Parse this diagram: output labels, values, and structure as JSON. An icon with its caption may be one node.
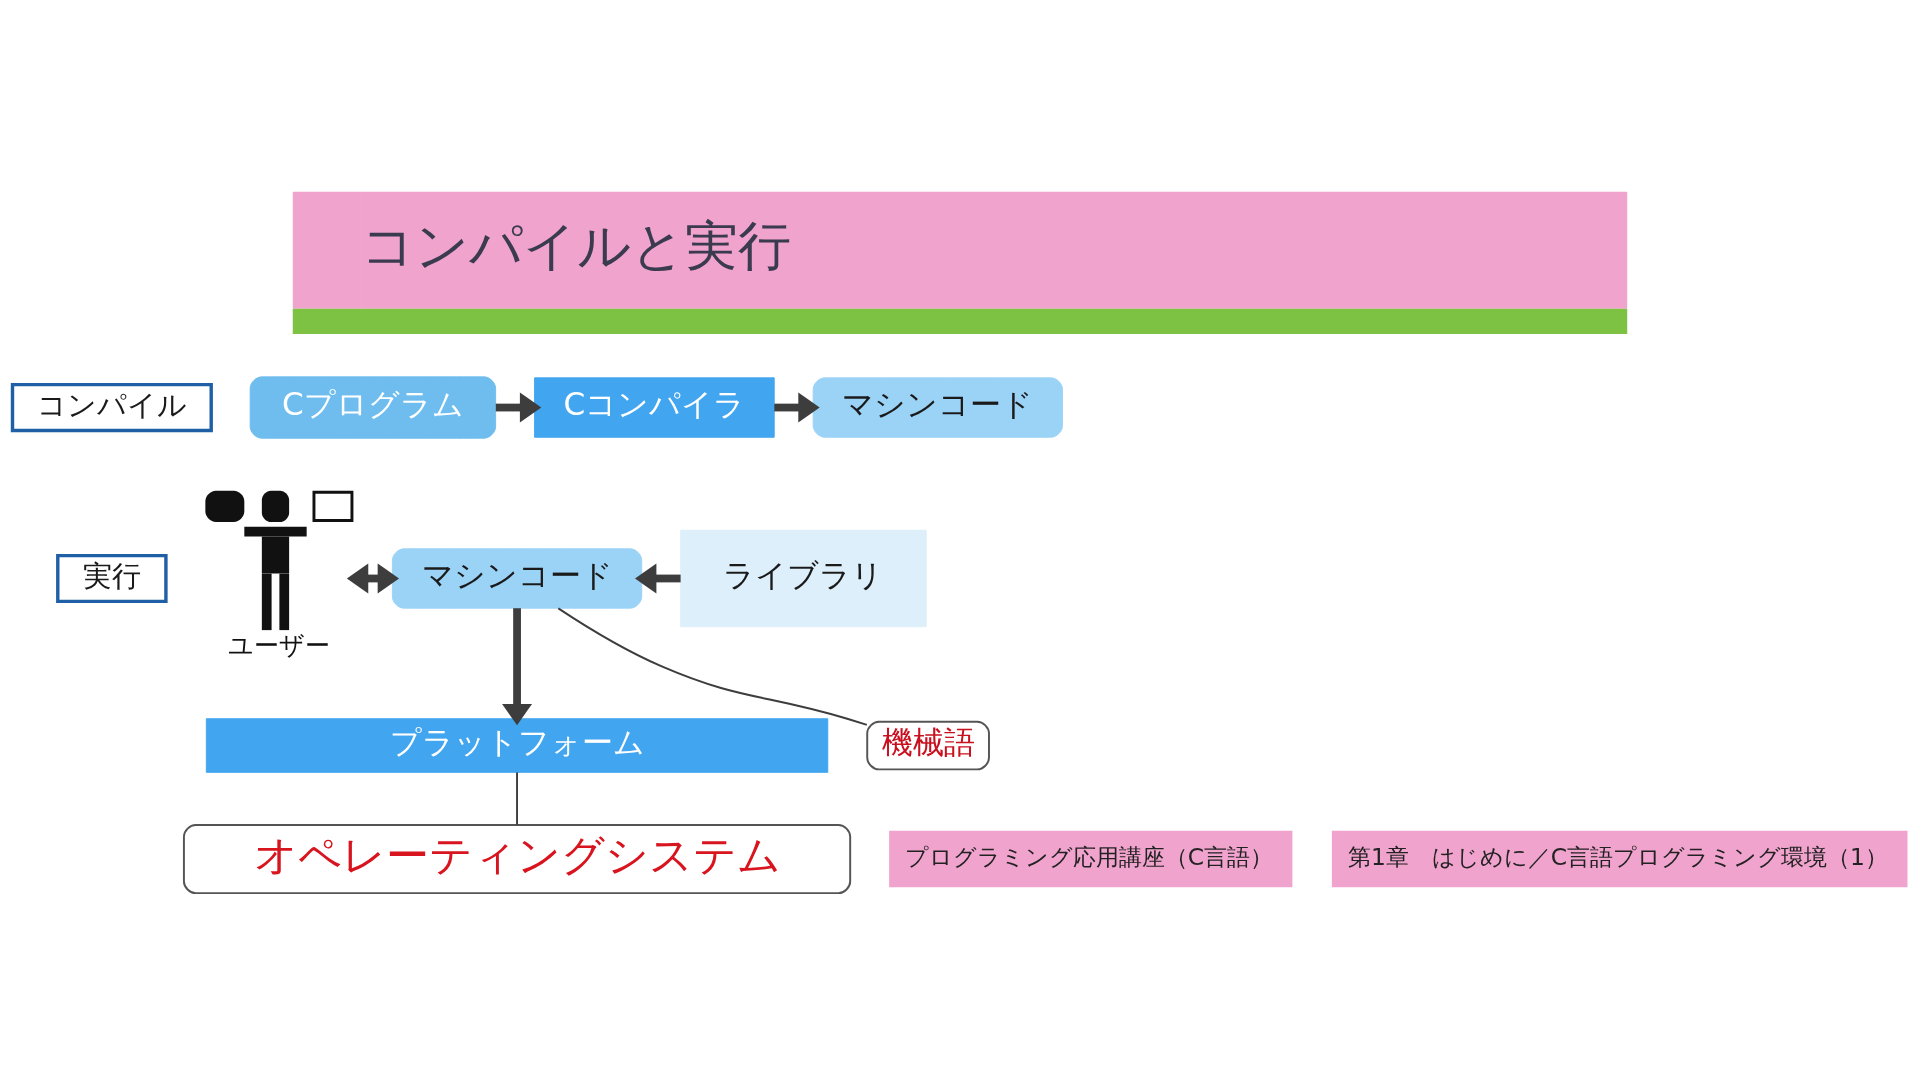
{
  "diagram": {
    "title": "コンパイルと実行",
    "nodes": [
      {
        "text": [
          "コンパイル"
        ]
      },
      {
        "text": [
          "Cプログラム"
        ]
      },
      {
        "text": [
          "Cコンパイラ"
        ]
      },
      {
        "text": [
          "マシンコード"
        ]
      },
      {
        "text": [
          "実行"
        ]
      },
      {
        "text": [],
        "shape": "person",
        "beside": [
          "ユーザー"
        ]
      },
      {
        "text": [
          "マシンコード"
        ]
      },
      {
        "text": [
          "ライブラリ"
        ]
      },
      {
        "text": [
          "機械語"
        ]
      },
      {
        "text": [
          "プラットフォーム"
        ]
      },
      {
        "text": [
          "オペレーティングシステム"
        ]
      }
    ],
    "edges": [
      {
        "from": 1,
        "to": 2,
        "arrow": "to"
      },
      {
        "from": 2,
        "to": 3,
        "arrow": "to"
      },
      {
        "from": 7,
        "to": 6,
        "arrow": "to"
      },
      {
        "from": 5,
        "to": 6,
        "arrow": "both"
      },
      {
        "from": 6,
        "to": 9,
        "arrow": "to"
      },
      {
        "from": 8,
        "to": 6,
        "arrow": "none"
      },
      {
        "from": 10,
        "to": 9,
        "arrow": "none"
      }
    ],
    "labels": [
      "プログラミング応用講座（C言語）",
      "第1章　はじめに／C言語プログラミング環境（1）"
    ]
  }
}
